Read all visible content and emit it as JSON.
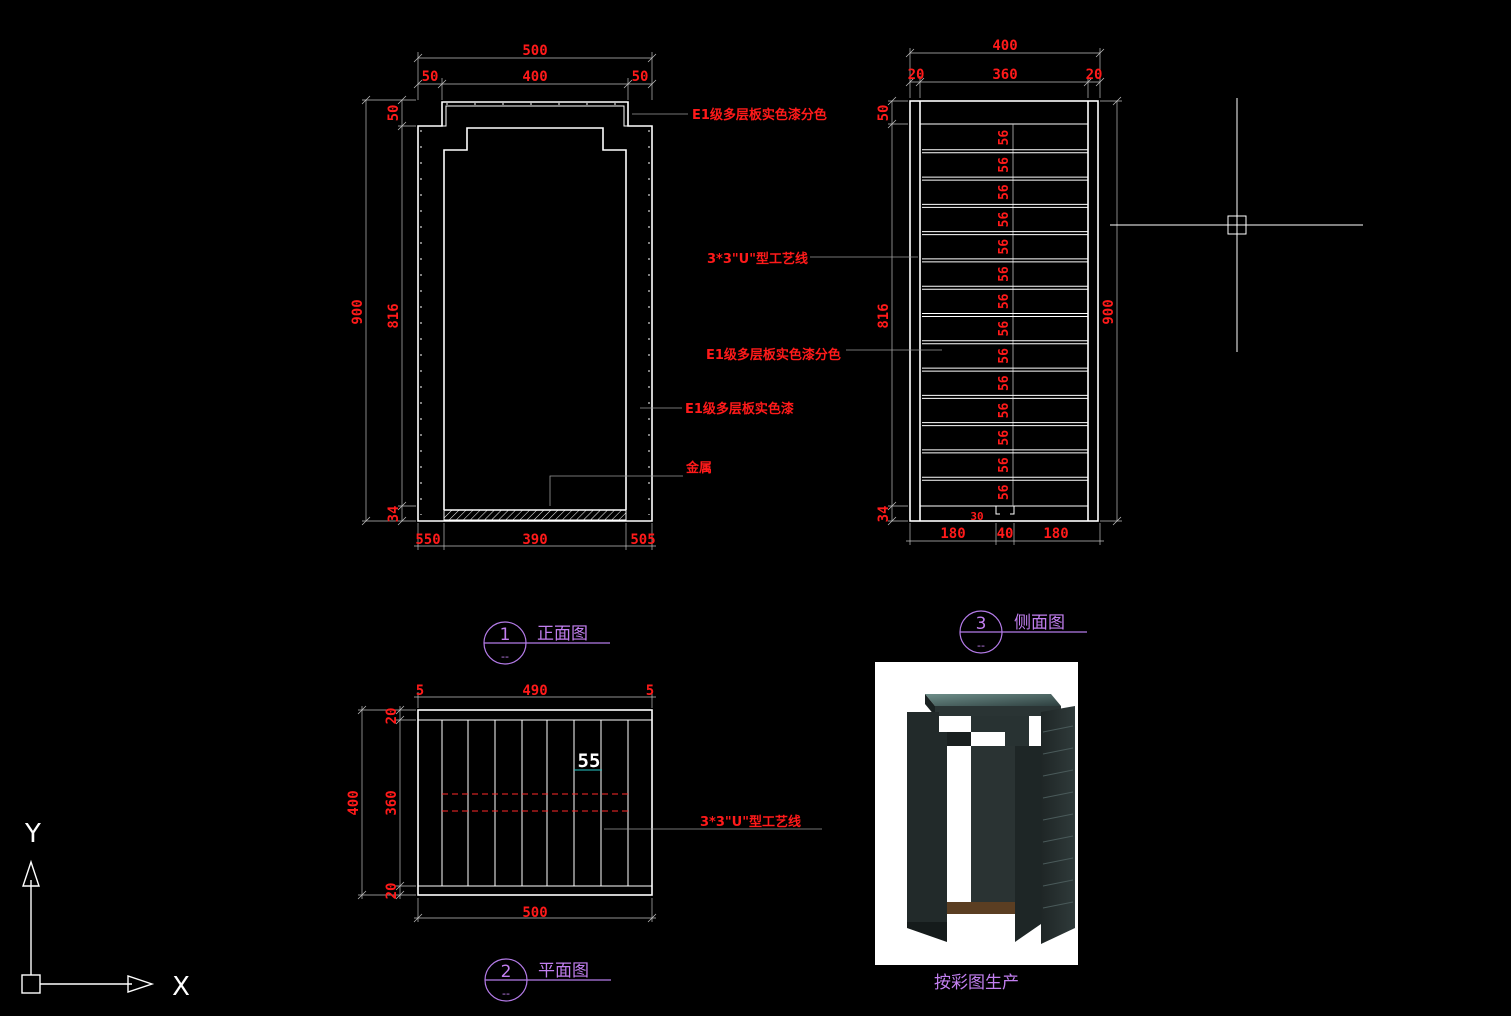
{
  "front_view": {
    "dims": {
      "overall_width": "500",
      "top_left": "50",
      "top_mid": "400",
      "top_right": "50",
      "overall_height": "900",
      "inner_height": "816",
      "cap_height": "50",
      "base_height": "34",
      "bottom_left": "550",
      "bottom_mid": "390",
      "bottom_right": "505"
    },
    "notes": {
      "paint_split": "E1级多层板实色漆分色",
      "paint": "E1级多层板实色漆",
      "metal": "金属"
    },
    "title": {
      "number": "1",
      "sub": "--",
      "label": "正面图"
    }
  },
  "side_view": {
    "dims": {
      "overall_width": "400",
      "top_left": "20",
      "top_mid": "360",
      "top_right": "20",
      "cap_height": "50",
      "inner_height": "816",
      "overall_height": "900",
      "base_height": "34",
      "bottom_left": "180",
      "bottom_mid": "40",
      "bottom_right": "180",
      "groove_small": "30",
      "slat_pitch": [
        "56",
        "56",
        "56",
        "56",
        "56",
        "56",
        "56",
        "56",
        "56",
        "56",
        "56",
        "56",
        "56",
        "56"
      ]
    },
    "notes": {
      "groove": "3*3\"U\"型工艺线",
      "paint_split": "E1级多层板实色漆分色"
    },
    "title": {
      "number": "3",
      "sub": "--",
      "label": "侧面图"
    }
  },
  "plan_view": {
    "dims": {
      "top_left": "5",
      "top_mid": "490",
      "top_right": "5",
      "bottom": "500",
      "overall_depth": "400",
      "edge_top": "20",
      "inner_depth": "360",
      "edge_bottom": "20",
      "slat_spacing": "55"
    },
    "notes": {
      "groove": "3*3\"U\"型工艺线"
    },
    "title": {
      "number": "2",
      "sub": "--",
      "label": "平面图"
    }
  },
  "photo": {
    "caption": "按彩图生产"
  },
  "ucs": {
    "x_label": "X",
    "y_label": "Y"
  },
  "colors": {
    "background": "#000000",
    "dimension": "#ff1a1a",
    "geometry": "#ffffff",
    "title": "#c27ff0"
  }
}
